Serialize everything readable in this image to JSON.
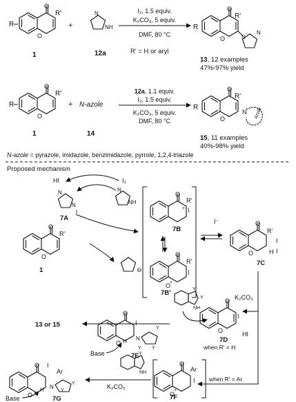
{
  "scheme1": {
    "reagent_line1": "I₂, 1.5 equiv.",
    "reagent_line2": "K₂CO₃, 5 equiv.",
    "conditions": "DMF, 80 °C",
    "start_label": "1",
    "azole_label": "12a",
    "plus": "+",
    "product_label": "13",
    "product_note": ", 12 examples",
    "yield": "47%-97% yield",
    "r_note": "R' = H or aryl",
    "sub_R": "R",
    "sub_Rp": "R'",
    "triazole_NH": "NH",
    "triazole_N": "N",
    "product_N": "N"
  },
  "scheme2": {
    "reagent_line1": "12a, 1.1 equiv.",
    "reagent_line1_bold": "12a",
    "reagent_line1_rest": ", 1.1 equiv.",
    "reagent_line2": "I₂, 1.5 equiv.",
    "reagent_line3": "K₂CO₃, 5 equiv.",
    "conditions": "DMF, 80 °C",
    "start_label": "1",
    "azole_label": "14",
    "azole_text": "N-azole",
    "plus": "+",
    "product_label": "15",
    "product_note": ", 11 examples",
    "yield": "40%-98% yield",
    "azole_definition_italic": "N-azole",
    "azole_definition": " = pyrazole, imidazole, benzimidazole, pyrrole, 1,2,4-triazole",
    "azole_ring": "azole"
  },
  "mechanism": {
    "heading": "Proposed mechanism",
    "HI": "HI",
    "I2": "I₂",
    "I_minus": "I⁻",
    "K2CO3": "K₂CO₃",
    "K2CO3_b": "K₂CO₃",
    "HI_b": "HI",
    "base_1": "Base",
    "base_2": "Base",
    "products": "13 or 15",
    "when_H": "when R' = H",
    "when_Ar": "when R' = Ar",
    "labels": {
      "c7A": "7A",
      "c1": "1",
      "c7B": "7B",
      "c7Bp": "7B'",
      "c7C": "7C",
      "c7D": "7D",
      "c7E": "7E",
      "c7F": "7F",
      "c7G": "7G"
    },
    "atoms": {
      "O": "O",
      "I": "I",
      "Rp": "R'",
      "H": "H",
      "N": "N",
      "NH": "NH",
      "Y": "Y",
      "Ar": "Ar",
      "Oplus": "O",
      "plus": "+",
      "minus": "⊖"
    }
  }
}
